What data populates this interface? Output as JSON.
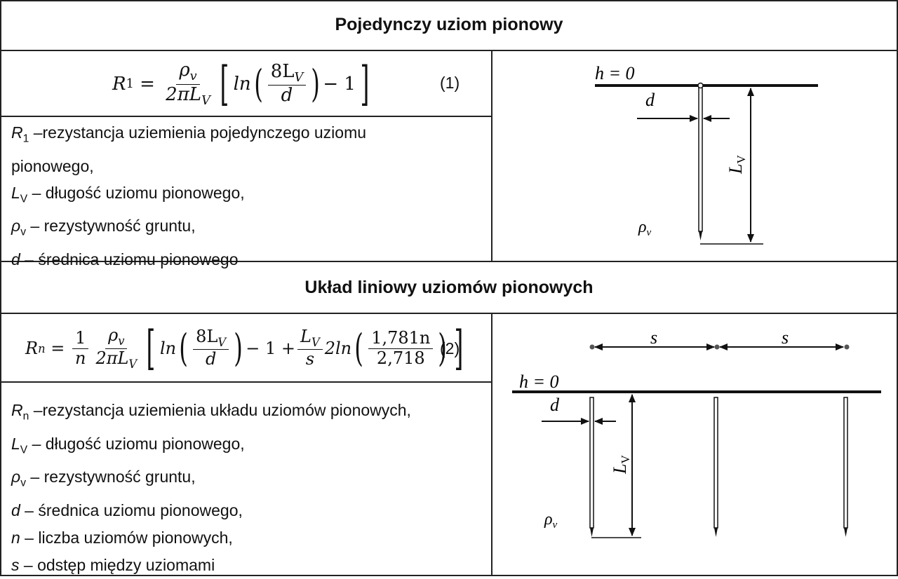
{
  "section1": {
    "title": "Pojedynczy uziom pionowy",
    "eq_number": "(1)",
    "legend": [
      {
        "sym": "R",
        "sub": "1",
        "text": " –rezystancja uziemienia pojedynczego uziomu"
      },
      {
        "sym": "",
        "sub": "",
        "text": "pionowego,"
      },
      {
        "sym": "L",
        "sub": "V",
        "text": " – długość uziomu pionowego,"
      },
      {
        "sym": "ρ",
        "sub": "v",
        "text": " – rezystywność gruntu,"
      },
      {
        "sym": "d",
        "sub": "",
        "text": " – średnica uziomu pionowego"
      }
    ],
    "diagram": {
      "h_label": "h = 0",
      "d_label": "d",
      "L_label": "L",
      "L_sub": "V",
      "rho_label": "ρ",
      "rho_sub": "v"
    }
  },
  "section2": {
    "title": "Układ liniowy uziomów pionowych",
    "eq_number": "(2)",
    "legend": [
      {
        "sym": "R",
        "sub": "n",
        "text": " –rezystancja uziemienia układu uziomów pionowych,"
      },
      {
        "sym": "L",
        "sub": "V",
        "text": " – długość uziomu pionowego,"
      },
      {
        "sym": "ρ",
        "sub": "v",
        "text": " – rezystywność gruntu,"
      },
      {
        "sym": "d",
        "sub": "",
        "text": " – średnica uziomu pionowego,"
      },
      {
        "sym": "n",
        "sub": "",
        "text": " – liczba uziomów pionowych,"
      },
      {
        "sym": "s",
        "sub": "",
        "text": " – odstęp między uziomami"
      }
    ],
    "diagram": {
      "h_label": "h = 0",
      "d_label": "d",
      "L_label": "L",
      "L_sub": "V",
      "rho_label": "ρ",
      "rho_sub": "v",
      "s_label": "s"
    }
  },
  "formula1": {
    "lhs": "R",
    "lhs_sub": "1",
    "num_rho": "ρ",
    "num_rho_sub": "v",
    "den": "2πL",
    "den_sub": "V",
    "ln": "ln",
    "inner_num": "8L",
    "inner_num_sub": "V",
    "inner_den": "d",
    "minus_one": "− 1"
  },
  "formula2": {
    "lhs": "R",
    "lhs_sub": "n",
    "f1_num": "1",
    "f1_den": "n",
    "num_rho": "ρ",
    "num_rho_sub": "v",
    "den": "2πL",
    "den_sub": "V",
    "ln": "ln",
    "inner_num": "8L",
    "inner_num_sub": "V",
    "inner_den": "d",
    "minus_one": "− 1 +",
    "f3_num": "L",
    "f3_num_sub": "V",
    "f3_den": "s",
    "two_ln": "2ln",
    "f4_num": "1,781n",
    "f4_den": "2,718"
  }
}
